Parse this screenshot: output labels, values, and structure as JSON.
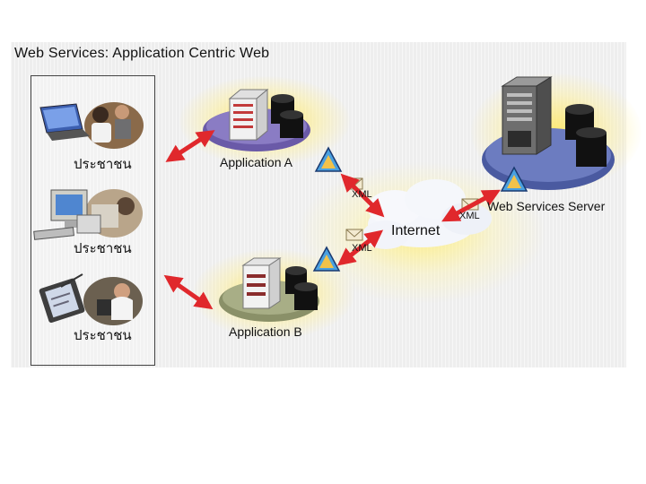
{
  "title": "Web Services: Application Centric Web",
  "users": [
    {
      "label": "ประชาชน",
      "device": "laptop-user-icon"
    },
    {
      "label": "ประชาชน",
      "device": "desktop-user-icon"
    },
    {
      "label": "ประชาชน",
      "device": "tablet-user-icon"
    }
  ],
  "nodes": {
    "app_a": "Application A",
    "app_b": "Application B",
    "internet": "Internet",
    "server": "Web Services Server"
  },
  "xml_labels": [
    "XML",
    "XML",
    "XML"
  ],
  "colors": {
    "arrow": "#e0282c",
    "glow": "#ffe866",
    "node_base": "#6a5aa8"
  }
}
